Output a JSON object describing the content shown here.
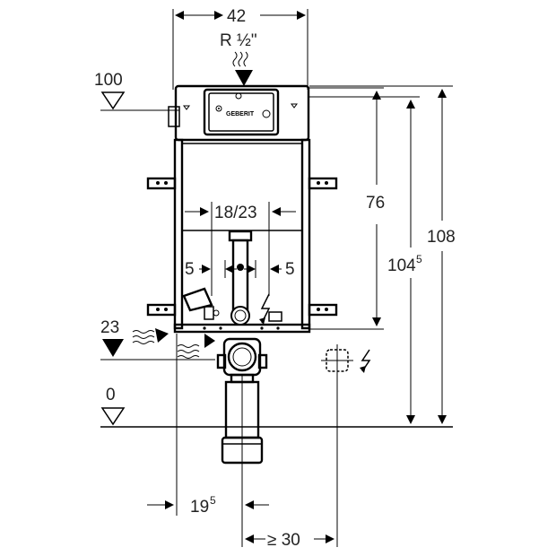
{
  "diagram": {
    "brand": "GEBERIT",
    "dimensions": {
      "top_width": "42",
      "supply_thread": "R ½\"",
      "height_76": "76",
      "height_104": "104",
      "height_104_sup": "5",
      "height_108": "108",
      "spacing_18_23": "18/23",
      "offset_left": "5",
      "offset_right": "5",
      "bottom_19": "19",
      "bottom_19_sup": "5",
      "min_30": "≥ 30"
    },
    "levels": {
      "level_100": "100",
      "level_23": "23",
      "level_0": "0"
    }
  }
}
